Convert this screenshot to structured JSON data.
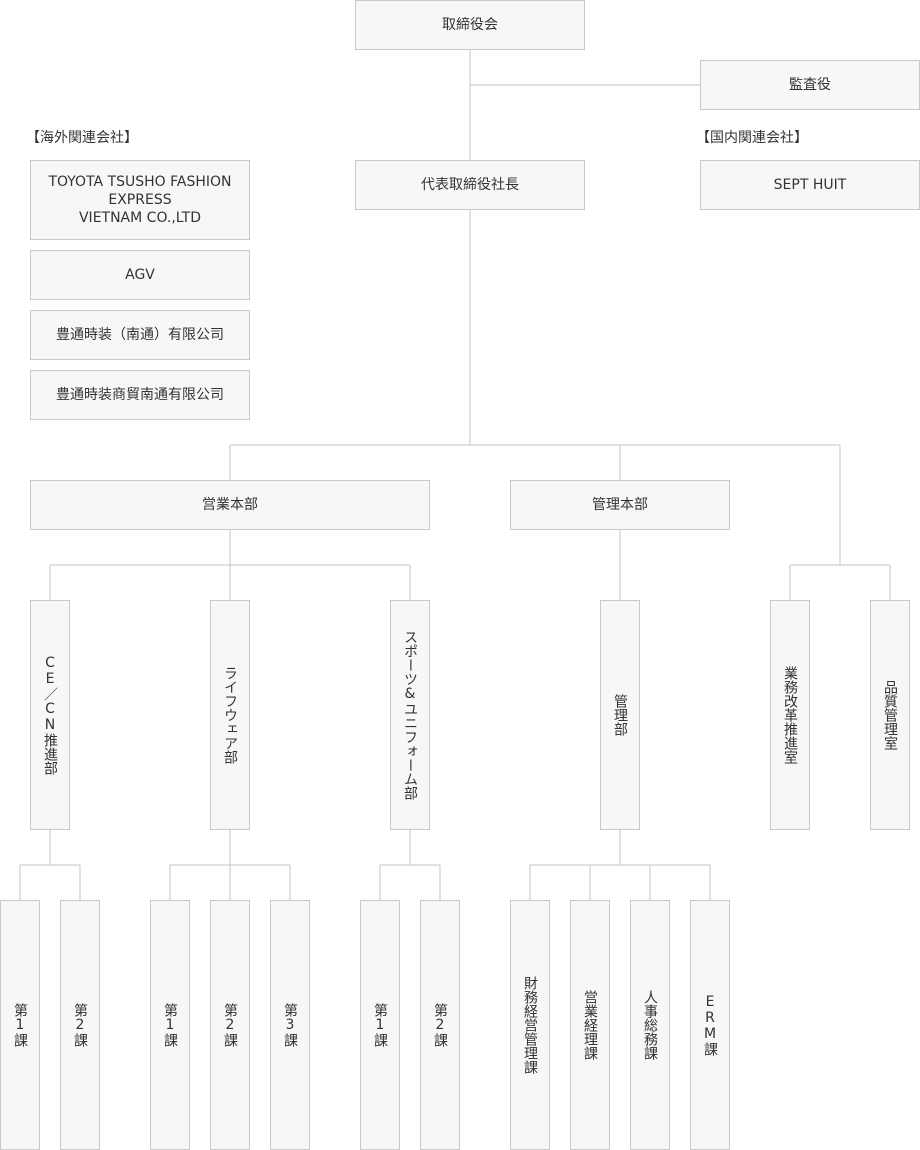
{
  "org": {
    "board": "取締役会",
    "auditor": "監査役",
    "president": "代表取締役社長",
    "overseas_heading": "【海外関連会社】",
    "domestic_heading": "【国内関連会社】",
    "overseas": [
      "TOYOTA TSUSHO FASHION\nEXPRESS\nVIETNAM CO.,LTD",
      "AGV",
      "豊通時装（南通）有限公司",
      "豊通時装商貿南通有限公司"
    ],
    "domestic": [
      "SEPT HUIT"
    ],
    "sales_hq": "営業本部",
    "admin_hq": "管理本部",
    "departments": {
      "ce_cn": "CE／CN推進部",
      "lifewear": "ライフウェア部",
      "sports": "スポーツ&ユニフォーム部",
      "admin": "管理部",
      "bpr": "業務改革推進室",
      "qc": "品質管理室"
    },
    "sections": {
      "ce_cn": [
        "第1課",
        "第2課"
      ],
      "lifewear": [
        "第1課",
        "第2課",
        "第3課"
      ],
      "sports": [
        "第1課",
        "第2課"
      ],
      "admin": [
        "財務経営管理課",
        "営業経理課",
        "人事総務課",
        "ERM課"
      ]
    }
  }
}
